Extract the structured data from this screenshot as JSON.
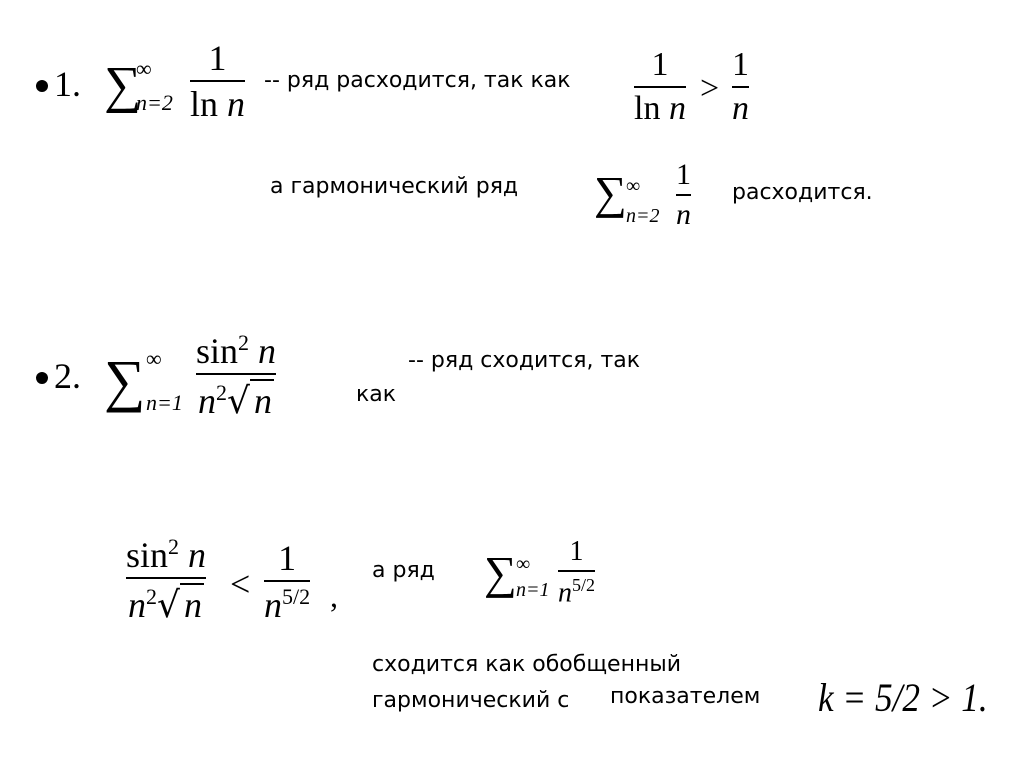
{
  "items": [
    {
      "number": "1.",
      "series": {
        "lower": "n=2",
        "upper": "∞",
        "num": "1",
        "den_fn": "ln",
        "den_var": "n"
      },
      "text": "-- ряд расходится, так как",
      "compare": {
        "left_num": "1",
        "left_den_fn": "ln",
        "left_den_var": "n",
        "op": ">",
        "right_num": "1",
        "right_den": "n"
      },
      "text2": "а гармонический ряд",
      "harmonic": {
        "lower": "n=2",
        "upper": "∞",
        "num": "1",
        "den": "n"
      },
      "text3": "расходится."
    },
    {
      "number": "2.",
      "series": {
        "lower": "n=1",
        "upper": "∞",
        "num_fn": "sin",
        "num_exp": "2",
        "num_var": "n",
        "den_var": "n",
        "den_exp": "2",
        "den_root": "n"
      },
      "text_a": "-- ряд сходится, так",
      "text_b": "как",
      "compare": {
        "op": "<",
        "right_num": "1",
        "right_den_var": "n",
        "right_den_exp": "5/2",
        "comma": ","
      },
      "text2": "а ряд",
      "series2": {
        "lower": "n=1",
        "upper": "∞",
        "num": "1",
        "den_var": "n",
        "den_exp": "5/2"
      },
      "text3_line1": "сходится как обобщенный",
      "text3_line2": "гармонический с",
      "text3_word": "показателем",
      "exponent": "k = 5/2 > 1."
    }
  ]
}
